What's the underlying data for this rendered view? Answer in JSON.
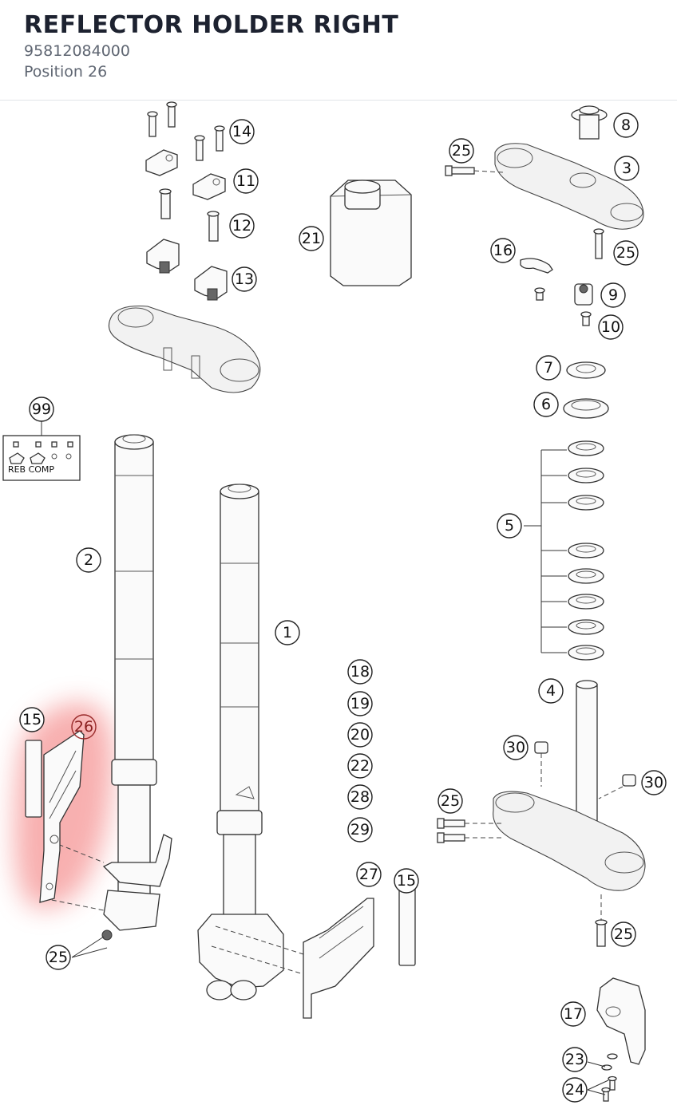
{
  "header": {
    "title": "REFLECTOR HOLDER RIGHT",
    "part_number": "95812084000",
    "position": "Position 26"
  },
  "diagram": {
    "highlight_color": "#f26f6f",
    "kit_label": "REB COMP",
    "callouts": {
      "c1": "1",
      "c2": "2",
      "c3": "3",
      "c4": "4",
      "c5": "5",
      "c6": "6",
      "c7": "7",
      "c8": "8",
      "c9": "9",
      "c10": "10",
      "c11": "11",
      "c12": "12",
      "c13": "13",
      "c14": "14",
      "c15a": "15",
      "c15b": "15",
      "c16": "16",
      "c17": "17",
      "c18": "18",
      "c19": "19",
      "c20": "20",
      "c21": "21",
      "c22": "22",
      "c23": "23",
      "c24": "24",
      "c25a": "25",
      "c25b": "25",
      "c25c": "25",
      "c25d": "25",
      "c25e": "25",
      "c26": "26",
      "c27": "27",
      "c28": "28",
      "c29": "29",
      "c30a": "30",
      "c30b": "30",
      "c99": "99"
    }
  }
}
